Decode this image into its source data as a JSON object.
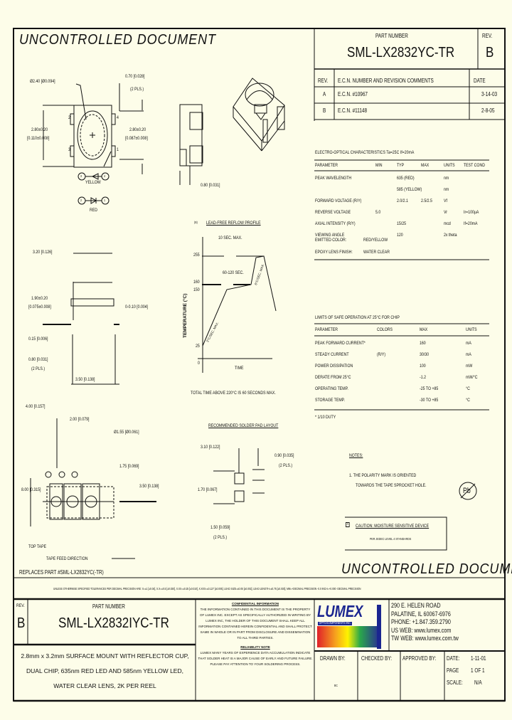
{
  "header": {
    "uncontrolled": "UNCONTROLLED DOCUMENT",
    "part_number_label": "PART NUMBER",
    "part_number": "SML-LX2832YC-TR",
    "rev_label": "REV.",
    "rev": "B"
  },
  "revisions": {
    "headers": [
      "REV.",
      "E.C.N. NUMBER AND REVISION COMMENTS",
      "DATE"
    ],
    "rows": [
      {
        "rev": "A",
        "ecn": "E.C.N. #10967",
        "date": "3-14-03"
      },
      {
        "rev": "B",
        "ecn": "E.C.N. #11148",
        "date": "2-8-05"
      }
    ]
  },
  "dimensions": {
    "lens_dia": "Ø2.40 [Ø0.094]",
    "pad_width": "0.70 [0.028]",
    "pad_width_qty": "(2 PLS.)",
    "height_left": "2.80±0.20",
    "height_left_in": "[0.110±0.008]",
    "height_right": "2.80±0.20",
    "height_right_in": "[0.087±0.008]",
    "side_dim": "0.80 [0.031]",
    "pin_labels": [
      "2",
      "3",
      "4",
      "1"
    ],
    "yellow_label": "YELLOW",
    "red_label": "RED",
    "yellow_pins": [
      "3",
      "4"
    ],
    "red_pins": [
      "2",
      "1"
    ],
    "length": "3.20 [0.126]",
    "thickness": "1.90±0.20",
    "thickness_in": "[0.075±0.008]",
    "flatness": "0-0.10 [0.004]",
    "lead_t": "0.15 [0.006]",
    "lead_w": "0.80 [0.031]",
    "lead_w_qty": "(2 PLS.)",
    "width": "3.50 [0.138]"
  },
  "tape": {
    "pitch": "4.00 [0.157]",
    "hole_pitch": "2.00 [0.079]",
    "hole_dia": "Ø1.55 [Ø0.061]",
    "edge": "1.75 [0.069]",
    "tape_width": "8.00 [0.315]",
    "center": "3.50 [0.138]",
    "top_tape": "TOP TAPE",
    "feed": "TAPE FEED DIRECTION",
    "replaces": "REPLACES PART #SML-LX2832YC(-TR)"
  },
  "reflow": {
    "title": "LEAD-FREE REFLOW PROFILE",
    "marker": "(B)",
    "peak_time": "10 SEC. MAX.",
    "soak": "60-120 SEC.",
    "ramp_up": "3°C/SEC. MAX.",
    "ramp_down": "6°C/SEC. MAX.",
    "ylabel": "TEMPERATURE (°C)",
    "xlabel": "TIME",
    "yticks": [
      "255",
      "160",
      "150",
      "25",
      "0"
    ],
    "note": "TOTAL TIME ABOVE 220°C IS 60 SECONDS MAX."
  },
  "electro_optical": {
    "title": "ELECTRO-OPTICAL CHARACTERISTICS Ta=25C     If=20mA",
    "headers": [
      "PARAMETER",
      "MIN",
      "TYP",
      "MAX",
      "UNITS",
      "TEST COND"
    ],
    "rows": [
      [
        "PEAK WAVELENGTH",
        "",
        "635 (RED)",
        "",
        "nm",
        ""
      ],
      [
        "",
        "",
        "585 (YELLOW)",
        "",
        "nm",
        ""
      ],
      [
        "FORWARD VOLTAGE (R/Y)",
        "",
        "2.0/2.1",
        "2.5/2.5",
        "Vf",
        ""
      ],
      [
        "REVERSE VOLTAGE",
        "5.0",
        "",
        "",
        "Vr",
        "Ir=100µA"
      ],
      [
        "AXIAL INTENSITY (R/Y)",
        "",
        "15/25",
        "",
        "mcd",
        "If=20mA"
      ],
      [
        "VIEWING ANGLE",
        "",
        "120",
        "",
        "2x theta",
        ""
      ]
    ],
    "emitted_label": "EMITTED COLOR:",
    "emitted_value": "RED/YELLOW",
    "epoxy_label": "EPOXY LENS FINISH:",
    "epoxy_value": "WATER CLEAR"
  },
  "limits": {
    "title": "LIMITS OF SAFE OPERATION AT 25°C FOR CHIP",
    "headers": [
      "PARAMETER",
      "COLORS",
      "MAX",
      "UNITS"
    ],
    "rows": [
      [
        "PEAK FORWARD CURRENT*",
        "",
        "160",
        "mA"
      ],
      [
        "STEADY CURRENT",
        "(R/Y)",
        "30/30",
        "mA"
      ],
      [
        "POWER DISSIPATION",
        "",
        "100",
        "mW"
      ],
      [
        "DERATE FROM 25°C",
        "",
        "-1.2",
        "mW/°C"
      ],
      [
        "OPERATING TEMP.",
        "",
        "-25 TO +85",
        "°C"
      ],
      [
        "STORAGE TEMP.",
        "",
        "-30 TO +85",
        "°C"
      ]
    ],
    "footnote": "* 1/10 DUTY"
  },
  "solder_pad": {
    "title": "RECOMMENDED SOLDER PAD LAYOUT",
    "pitch": "3.10 [0.122]",
    "pad_w": "0.90 [0.035]",
    "pad_w_qty": "(2 PLS.)",
    "gap": "1.70 [0.067]",
    "pad_l": "1.50 [0.059]",
    "pad_l_qty": "(2 PLS.)"
  },
  "notes": {
    "title": "NOTES:",
    "items": [
      "1. THE POLARITY MARK IS ORIENTED",
      "TOWARDS THE TAPE SPROCKET HOLE."
    ],
    "pb_symbol": "Pb",
    "caution_marker": "A",
    "caution": "CAUTION: MOISTURE SENSITIVE DEVICE",
    "caution_sub": "PER JEDEC LEVEL 4 STANDARDS"
  },
  "tolerance_note": "UNLESS OTHERWISE SPECIFIED TOLERANCES PER DECIMAL PRECISION ARE: X=±1 [±0.04], X.X=±0.5 [±0.020], X.XX=±0.25 [±0.010], X.XXX=±0.127 [±0.005].  LEAD SIZE=±0.05 [±0.002], LEAD LENGTH=±0.75 [±0.030], MM=+DECIMAL PRECISION -0.0  INCH=+0.000 -DECIMAL PRECISION",
  "title_block": {
    "rev_label": "REV.",
    "rev": "B",
    "part_number_label": "PART NUMBER",
    "part_number": "SML-LX2832IYC-TR",
    "description": [
      "2.8mm x 3.2mm SURFACE MOUNT WITH REFLECTOR CUP,",
      "DUAL CHIP, 635nm RED LED AND 585nm YELLOW LED,",
      "WATER CLEAR LENS, 2K PER REEL"
    ],
    "confidential_title": "CONFIDENTIAL INFORMATION",
    "confidential_text": "THE INFORMATION CONTAINED IN THIS DOCUMENT IS THE PROPERTY OF LUMEX INC. EXCEPT AS SPECIFICALLY AUTHORIZED IN WRITING BY LUMEX INC, THE HOLDER OF THIS DOCUMENT SHALL KEEP ALL INFORMATION CONTAINED HEREIN CONFIDENTIAL AND SHALL PROTECT SAME IN WHOLE OR IN PART FROM DISCLOSURE AND DISSEMINATION TO ALL THIRD PARTIES.",
    "reliability_title": "RELIABILITY NOTE",
    "reliability_text": "LUMEX MANY YEARS OF EXPERIENCE DATA ACCUMULATION INDICATE THAT SOLDER HEAT IS A MAJOR CAUSE OF EARLY AND FUTURE FAILURE. PLEASE PAY ATTENTION TO YOUR SOLDERING PROCESS.",
    "logo": "LUMEX",
    "logo_sub": "OPTO/COMPONENTS INC.",
    "address": [
      "290 E. HELEN ROAD",
      "PALATINE, IL 60067-6976",
      "PHONE: +1.847.359.2790",
      "US WEB: www.lumex.com",
      "TW WEB: www.lumex.com.tw"
    ],
    "drawn_by_label": "DRAWN BY:",
    "drawn_by": "BC",
    "checked_by_label": "CHECKED BY:",
    "approved_by_label": "APPROVED BY:",
    "date_label": "DATE:",
    "date": "1-11-01",
    "page_label": "PAGE",
    "page": "1 OF 1",
    "scale_label": "SCALE:",
    "scale": "N/A"
  }
}
